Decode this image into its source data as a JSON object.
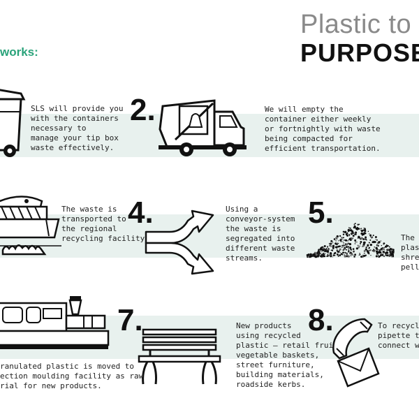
{
  "title": {
    "line1": "Plastic to",
    "line2": "PURPOSE"
  },
  "subtitle": "works:",
  "steps": [
    {
      "text": "SLS will provide you\nwith the containers\nnecessary to\nmanage your tip box\nwaste effectively."
    },
    {
      "number": "2.",
      "text": "We will empty the\ncontainer either weekly\nor fortnightly with waste\nbeing compacted for\nefficient transportation."
    },
    {
      "text": "The waste is\ntransported to\nthe regional\nrecycling facility."
    },
    {
      "number": "4.",
      "text": "Using a\nconveyor-system\nthe waste is\nsegregated into\ndifferent waste\nstreams."
    },
    {
      "number": "5.",
      "text": "The s\nplast\nshred\npelle"
    },
    {
      "text": "ranulated plastic is moved to\nection moulding facility as raw\nrial for new products."
    },
    {
      "number": "7.",
      "text": "New products\nusing recycled\nplastic – retail fruit/\nvegetable baskets,\nstreet furniture,\nbuilding materials,\nroadside kerbs."
    },
    {
      "number": "8.",
      "text": "To recycle y\npipette tip b\nconnect wit"
    }
  ],
  "colors": {
    "band": "#e8f1ee",
    "accent": "#2aa37a",
    "title_grey": "#8a8a8a",
    "ink": "#111111"
  },
  "icons": [
    "wheelie-bin-icon",
    "garbage-truck-icon",
    "recycling-facility-icon",
    "conveyor-arrows-icon",
    "shredded-pellets-icon",
    "moulding-machine-icon",
    "park-bench-icon",
    "phone-envelope-icon"
  ]
}
